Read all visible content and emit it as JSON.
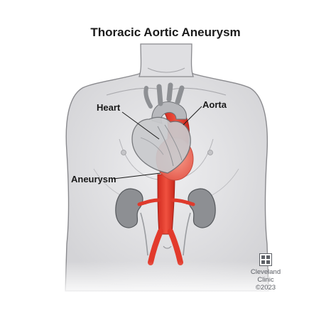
{
  "title": "Thoracic Aortic Aneurysm",
  "labels": {
    "heart": "Heart",
    "aorta": "Aorta",
    "aneurysm": "Aneurysm"
  },
  "credit": {
    "line1": "Cleveland",
    "line2": "Clinic",
    "line3": "©2023"
  },
  "colors": {
    "skin": "#e2e2e4",
    "skin_outline": "#8a8a8e",
    "artery": "#e23a2c",
    "kidney": "#8d8f93",
    "heart": "#c9cacd",
    "text": "#1a1a1a"
  }
}
